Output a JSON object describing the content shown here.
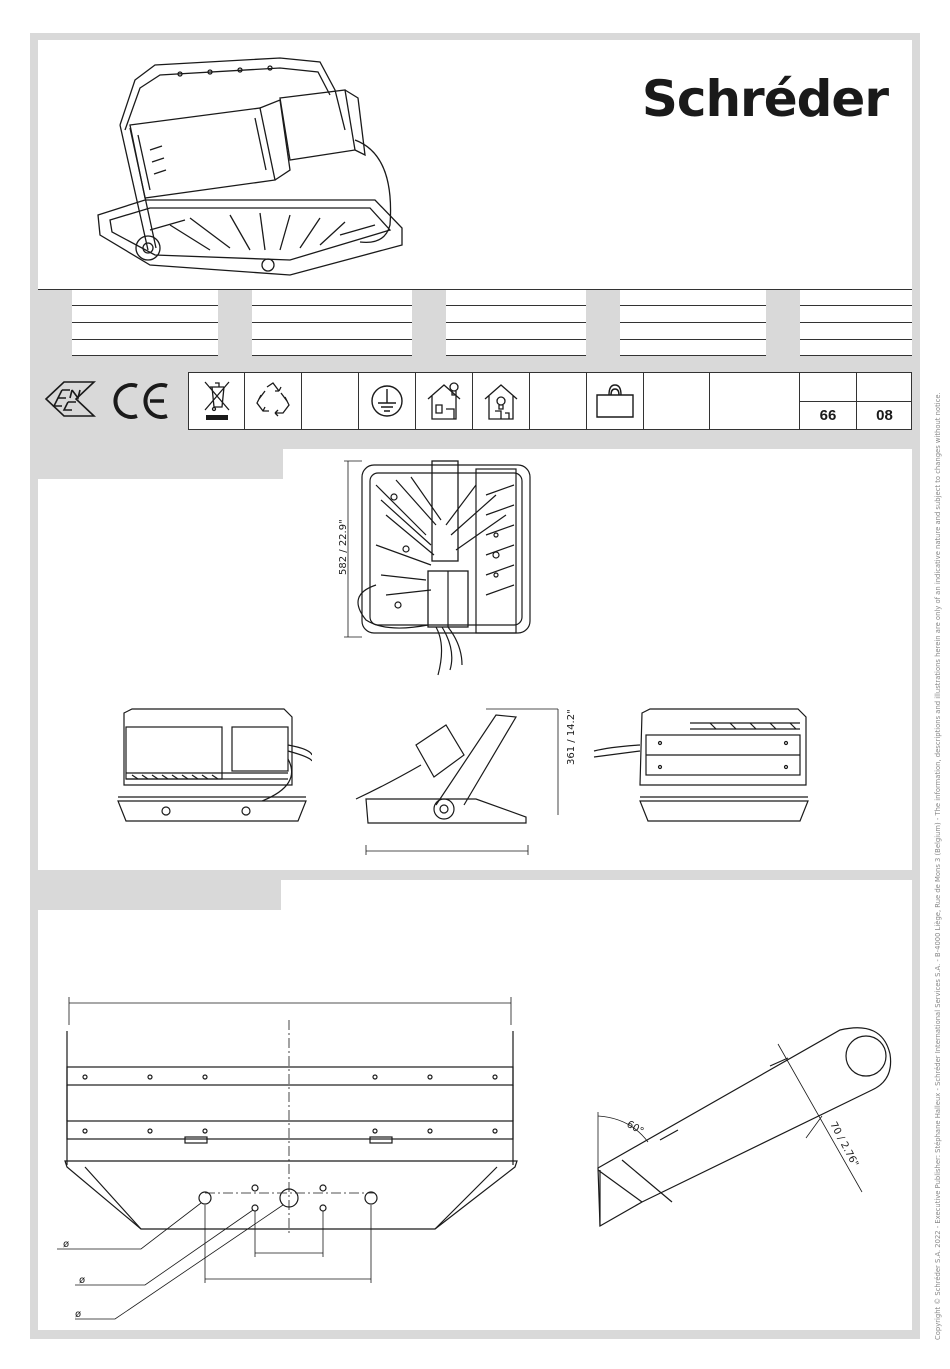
{
  "brand": {
    "name": "Schréder"
  },
  "protection": {
    "ip_code": "66",
    "ik_code": "08"
  },
  "dimensions": {
    "plan_height": "582 / 22.9\"",
    "side_height": "361 / 14.2\"",
    "bracket_width": "70 / 2.76\"",
    "bracket_angle": "60°",
    "diameter_symbol": "ø"
  },
  "icons": [
    "enec-mark-icon",
    "ce-mark-icon",
    "weee-bin-icon",
    "recycle-icon",
    "earth-class-icon",
    "indoor-lamp-icon",
    "indoor-lamp-icon",
    "weight-icon"
  ],
  "footer": {
    "copyright_note": "Copyright © Schréder S.A. 2022 - Executive Publisher: Stéphane Halleux - Schréder International Services S.A. - B-4000 Liège, Rue de Mons 3 (Belgium) - The information, descriptions and illustrations herein are only of an indicative nature and subject to changes without notice."
  },
  "colors": {
    "panel_gray": "#d9d9d9",
    "line": "#1a1a1a"
  }
}
